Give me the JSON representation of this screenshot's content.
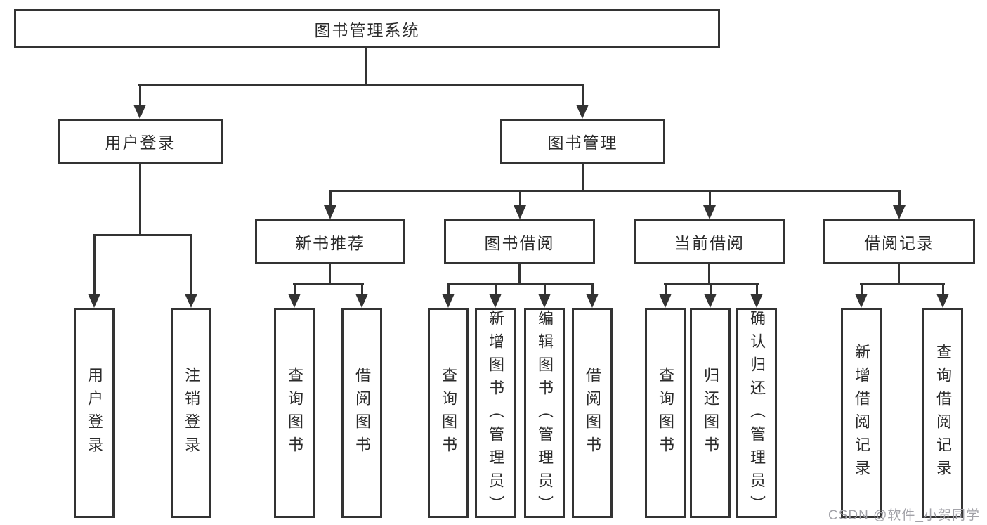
{
  "diagram": {
    "root": "图书管理系统",
    "level2": [
      "用户登录",
      "图书管理"
    ],
    "level3": [
      "新书推荐",
      "图书借阅",
      "当前借阅",
      "借阅记录"
    ],
    "leaves": {
      "user_login": [
        "用户登录",
        "注销登录"
      ],
      "new_book_recommend": [
        "查询图书",
        "借阅图书"
      ],
      "book_borrow": [
        "查询图书",
        "新增图书（管理员）",
        "编辑图书（管理员）",
        "借阅图书"
      ],
      "current_borrow": [
        "查询图书",
        "归还图书",
        "确认归还（管理员）"
      ],
      "borrow_record": [
        "新增借阅记录",
        "查询借阅记录"
      ]
    }
  },
  "watermark": "CSDN @软件_小贺同学",
  "colors": {
    "line": "#333333",
    "text": "#2b2b2b",
    "background": "#ffffff",
    "watermark": "#a2a2a8"
  }
}
